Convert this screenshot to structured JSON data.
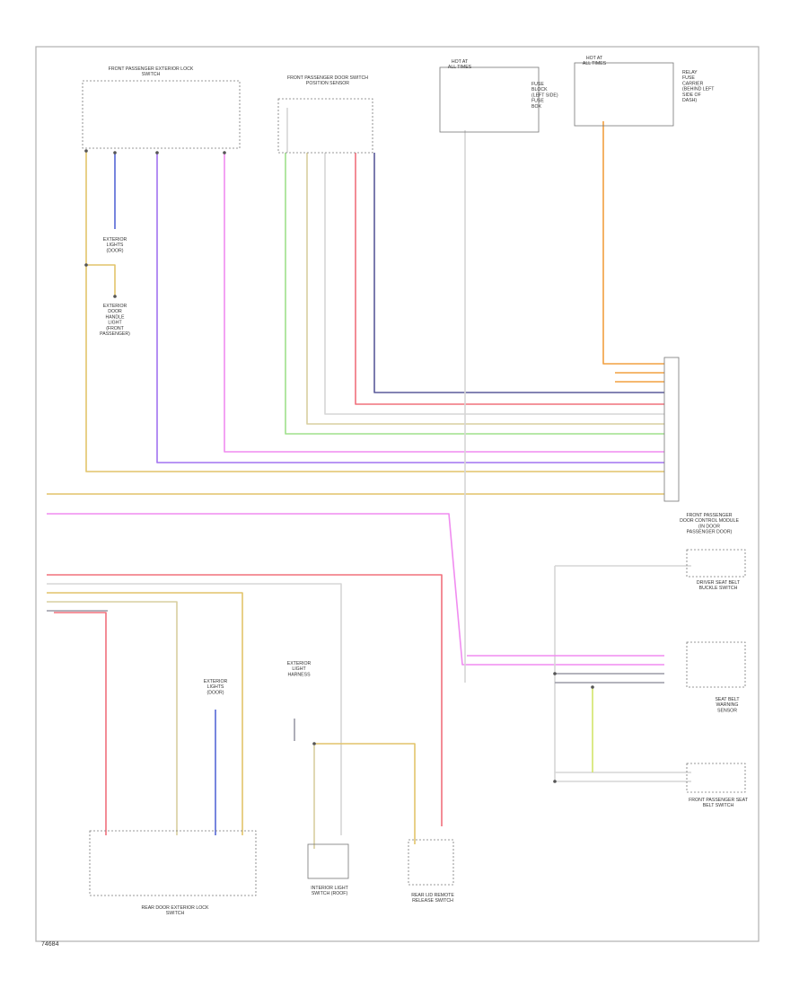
{
  "diagram": {
    "page_ref": "74684",
    "colors": {
      "yellow": "#e2c46a",
      "blue": "#5567d6",
      "violet": "#a273f0",
      "pink": "#f08cf0",
      "green": "#9fe08c",
      "red": "#f0707c",
      "gray": "#9a9aa6",
      "orange": "#f2a040",
      "navy": "#5a5a9a",
      "tan": "#d9cfa0",
      "light": "#d6d6d6",
      "lime": "#d2e46a",
      "frame": "#b0b0b0",
      "device": "#777777"
    },
    "components": [
      {
        "id": "c1",
        "lines": [
          "FRONT PASSENGER EXTERIOR LOCK",
          "SWITCH"
        ]
      },
      {
        "id": "c2",
        "lines": [
          "FRONT PASSENGER DOOR SWITCH",
          "POSITION SENSOR"
        ]
      },
      {
        "id": "c3",
        "lines": [
          "HOT AT",
          "ALL TIMES"
        ]
      },
      {
        "id": "c4",
        "lines": [
          "HOT AT",
          "ALL TIMES"
        ]
      },
      {
        "id": "c5",
        "lines": [
          "FUSE",
          "BLOCK",
          "(LEFT SIDE)",
          "FUSE",
          "BOX"
        ]
      },
      {
        "id": "c6",
        "lines": [
          "RELAY",
          "FUSE",
          "CARRIER",
          "(BEHIND LEFT",
          "SIDE OF",
          "DASH)"
        ]
      },
      {
        "id": "c7",
        "lines": [
          "EXTERIOR",
          "LIGHTS",
          "(DOOR)"
        ]
      },
      {
        "id": "c8",
        "lines": [
          "EXTERIOR",
          "DOOR",
          "HANDLE",
          "LIGHT",
          "(FRONT",
          "PASSENGER)"
        ]
      },
      {
        "id": "c9",
        "lines": [
          "FRONT PASSENGER",
          "DOOR CONTROL MODULE",
          "(IN DOOR",
          "PASSENGER DOOR)"
        ]
      },
      {
        "id": "c10",
        "lines": [
          "DRIVER SEAT BELT",
          "BUCKLE SWITCH"
        ]
      },
      {
        "id": "c11",
        "lines": [
          "SEAT BELT",
          "WARNING",
          "SENSOR"
        ]
      },
      {
        "id": "c12",
        "lines": [
          "FRONT PASSENGER SEAT",
          "BELT SWITCH"
        ]
      },
      {
        "id": "c13",
        "lines": [
          "EXTERIOR",
          "LIGHTS",
          "(DOOR)"
        ]
      },
      {
        "id": "c14",
        "lines": [
          "REAR DOOR EXTERIOR LOCK",
          "SWITCH"
        ]
      },
      {
        "id": "c15",
        "lines": [
          "EXTERIOR",
          "LIGHT",
          "HARNESS"
        ]
      },
      {
        "id": "c16",
        "lines": [
          "INTERIOR LIGHT",
          "SWITCH (ROOF)"
        ]
      },
      {
        "id": "c17",
        "lines": [
          "REAR LID REMOTE",
          "RELEASE SWITCH"
        ]
      }
    ]
  }
}
